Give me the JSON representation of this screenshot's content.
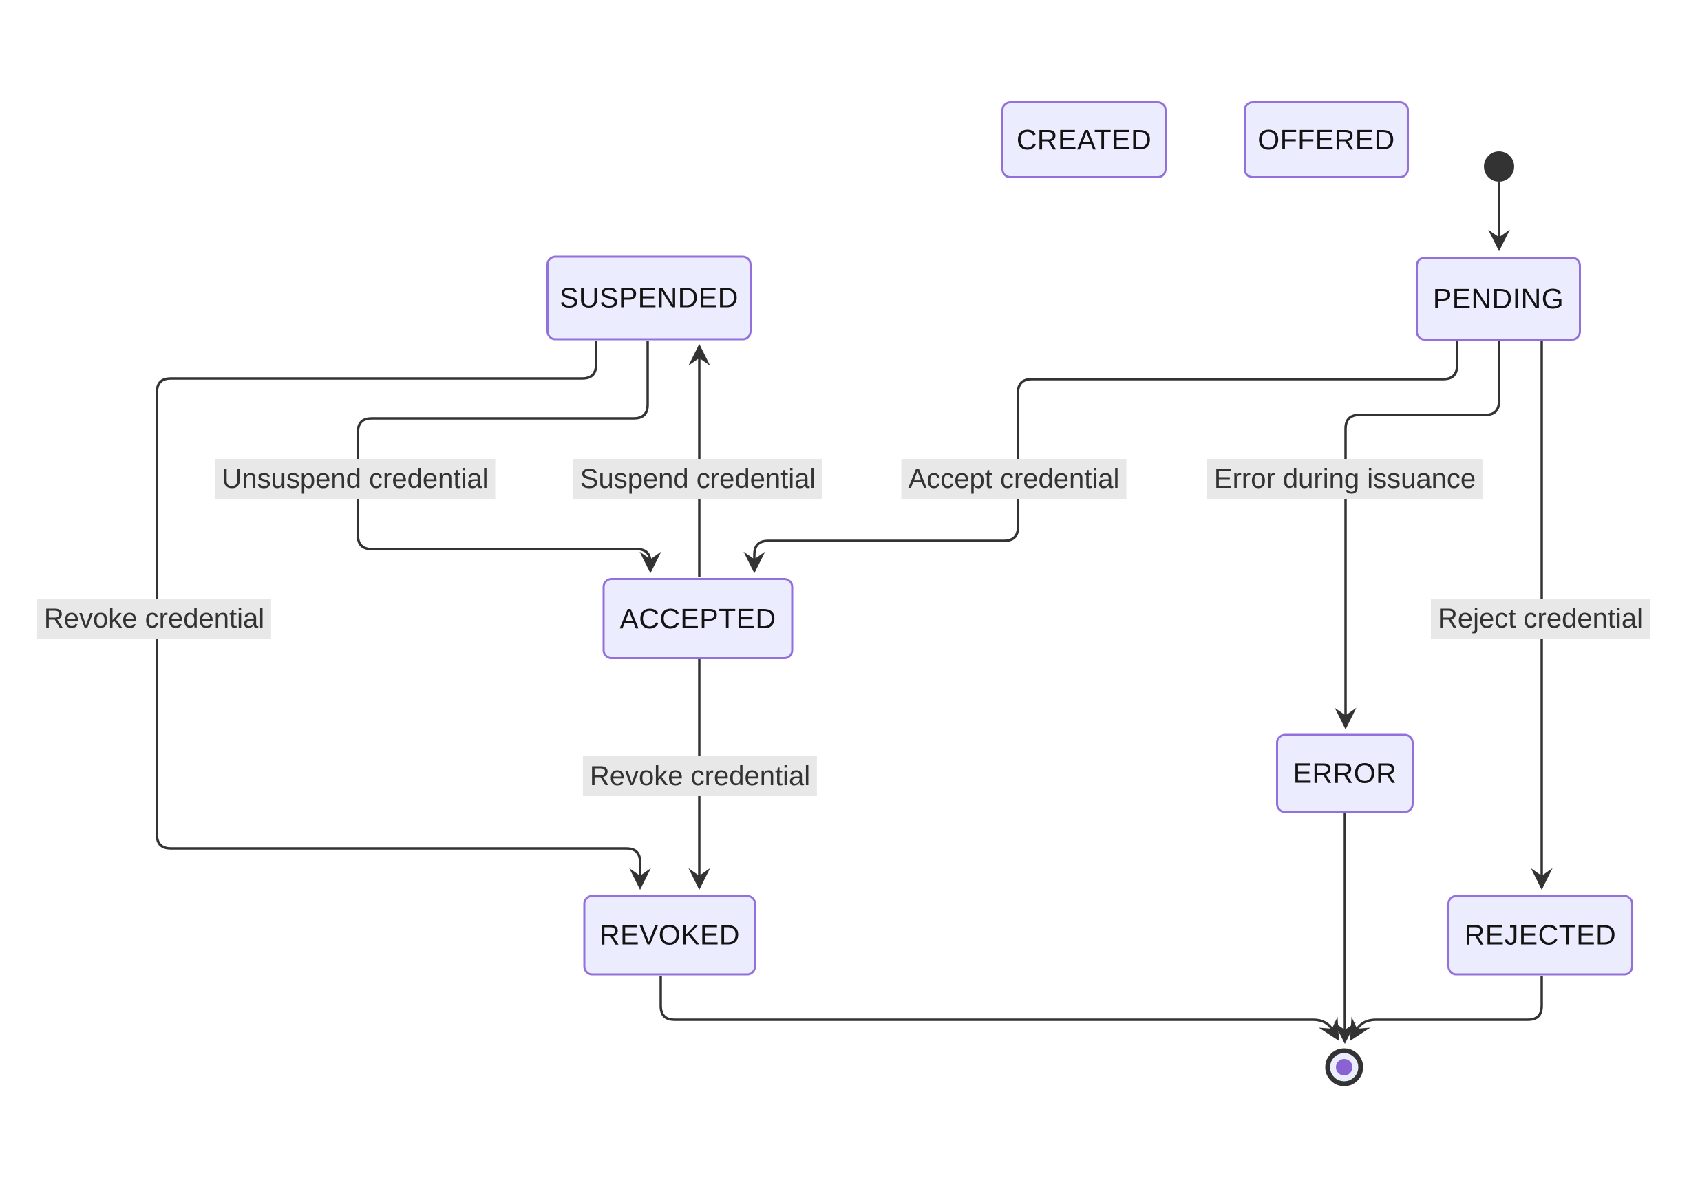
{
  "diagram": {
    "type": "state-machine",
    "states": [
      {
        "id": "CREATED",
        "label": "CREATED"
      },
      {
        "id": "OFFERED",
        "label": "OFFERED"
      },
      {
        "id": "PENDING",
        "label": "PENDING"
      },
      {
        "id": "SUSPENDED",
        "label": "SUSPENDED"
      },
      {
        "id": "ACCEPTED",
        "label": "ACCEPTED"
      },
      {
        "id": "ERROR",
        "label": "ERROR"
      },
      {
        "id": "REVOKED",
        "label": "REVOKED"
      },
      {
        "id": "REJECTED",
        "label": "REJECTED"
      }
    ],
    "transitions": [
      {
        "from": "[start]",
        "to": "PENDING",
        "label": ""
      },
      {
        "from": "PENDING",
        "to": "ACCEPTED",
        "label": "Accept credential"
      },
      {
        "from": "PENDING",
        "to": "ERROR",
        "label": "Error during issuance"
      },
      {
        "from": "PENDING",
        "to": "REJECTED",
        "label": "Reject credential"
      },
      {
        "from": "SUSPENDED",
        "to": "ACCEPTED",
        "label": "Unsuspend credential"
      },
      {
        "from": "ACCEPTED",
        "to": "SUSPENDED",
        "label": "Suspend credential"
      },
      {
        "from": "SUSPENDED",
        "to": "REVOKED",
        "label": "Revoke credential"
      },
      {
        "from": "ACCEPTED",
        "to": "REVOKED",
        "label": "Revoke credential"
      },
      {
        "from": "REVOKED",
        "to": "[end]",
        "label": ""
      },
      {
        "from": "ERROR",
        "to": "[end]",
        "label": ""
      },
      {
        "from": "REJECTED",
        "to": "[end]",
        "label": ""
      }
    ],
    "colors": {
      "node_fill": "#ECECFF",
      "node_border": "#9370DB",
      "edge": "#333333",
      "label_bg": "#e8e8e8",
      "label_text": "#333333",
      "node_text": "#131313",
      "final_inner": "#8a63d2",
      "canvas_bg": "#ffffff"
    }
  }
}
